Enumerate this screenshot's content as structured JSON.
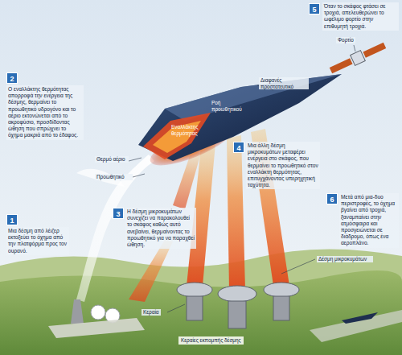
{
  "diagram": {
    "labels": [
      "5",
      "Όταν το σκάφος φτάσει σε τροχιά, απελευθερώνει το ωφέλιμο φορτίο στην επιθυμητή τροχιά.",
      "Φορτίο",
      "2",
      "Ο εναλλάκτης θερμότητας απορροφά την ενέργεια της δέσμης, θερμαίνει το προωθητικό υδρογόνο και το αέριο εκτονώνεται από το ακροφύσιο, προσδίδοντας ώθηση που σπρώχνει το όχημα μακριά από το έδαφος.",
      "Διαφανές προστατευτικό",
      "Ροή προωθητικού",
      "Εναλλάκτης θερμότητας",
      "Θερμό αέριο",
      "4",
      "Μια άλλη δέσμη μικροκυμάτων μεταφέρει ενέργεια στο σκάφος, που θερμαίνει το προωθητικό στον εναλλάκτη θερμότητας, επιτυγχάνοντας υπερηχητική ταχύτητα.",
      "Προωθητικό",
      "6",
      "Μετά από μια-δυο περιστροφές, το όχημα βγαίνει από τροχιά, ξαναμπαίνει στην ατμόσφαιρα και προσγειώνεται σε διάδρομο, όπως ένα αεροπλάνο.",
      "1",
      "Μια δέσμη από λέιζερ εκτοξεύει το όχημα από την πλατφόρμα προς τον ουρανό.",
      "3",
      "Η δέσμη μικροκυμάτων συνεχίζει να παρακολουθεί το σκάφος καθώς αυτό ανεβαίνει, θερμαίνοντας το προωθητικό για να παραχθεί ώθηση.",
      "Δέσμη μικροκυμάτων",
      "Κεραία",
      "Κεραίες εκπομπής δέσμης"
    ]
  }
}
